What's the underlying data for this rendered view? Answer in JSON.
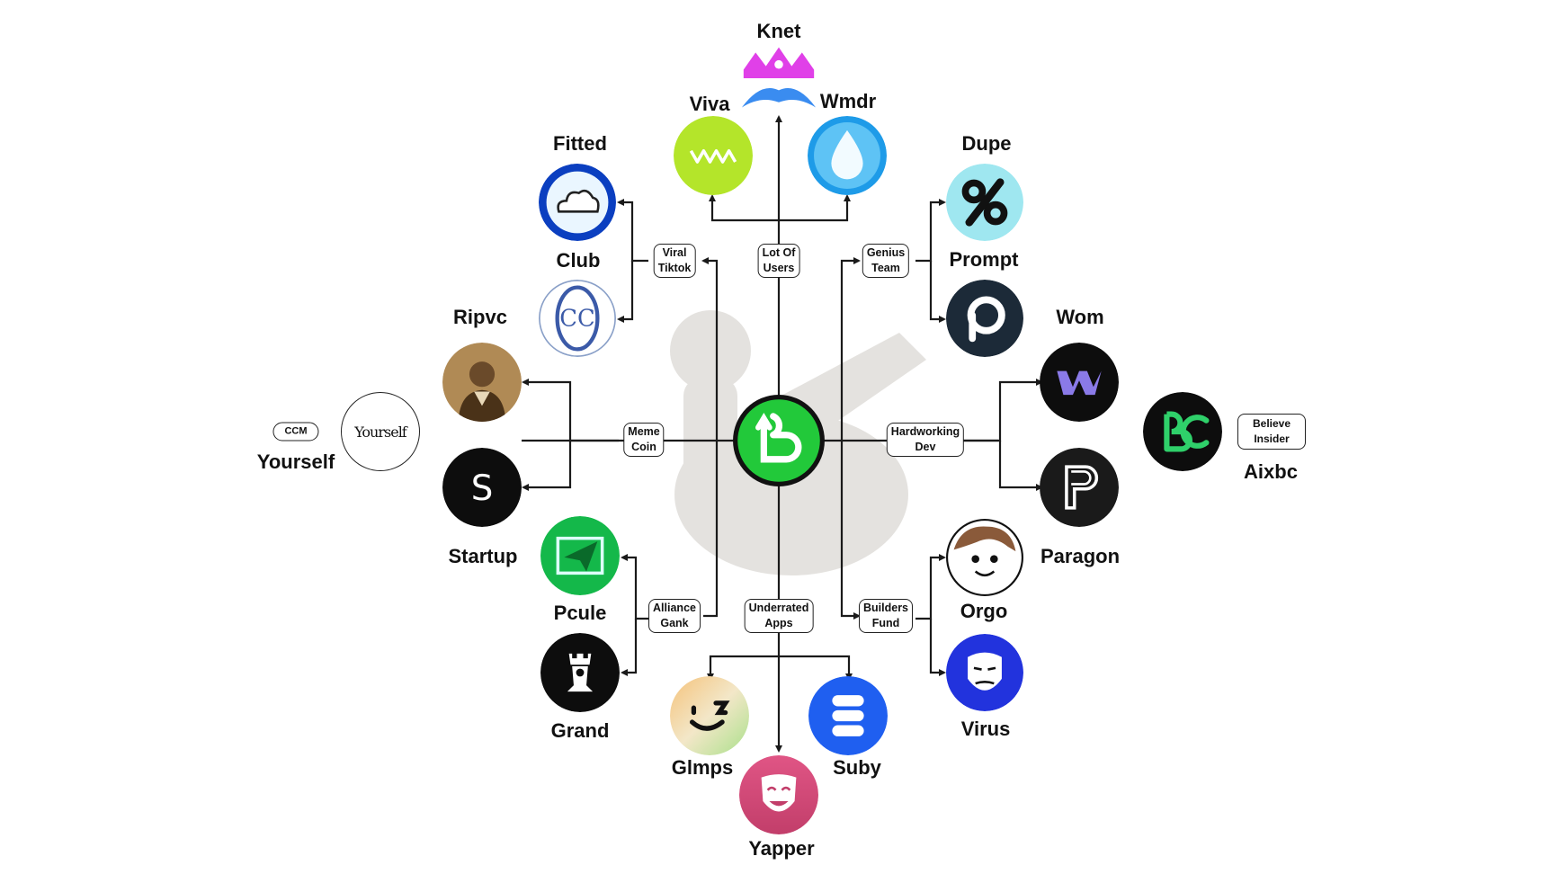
{
  "center": {
    "icon": "central-b-logo",
    "color": "#22c93a"
  },
  "hubs": {
    "top": "Lot Of\nUsers",
    "top_left": "Viral\nTiktok",
    "top_right": "Genius\nTeam",
    "left": "Meme\nCoin",
    "right": "Hardworking\nDev",
    "bottom_left": "Alliance\nGank",
    "bottom": "Underrated\nApps",
    "bottom_right": "Builders\nFund"
  },
  "apps": {
    "knet": "Knet",
    "viva": "Viva",
    "wmdr": "Wmdr",
    "fitted": "Fitted",
    "club": "Club",
    "dupe": "Dupe",
    "prompt": "Prompt",
    "ripvc": "Ripvc",
    "startup": "Startup",
    "wom": "Wom",
    "paragon": "Paragon",
    "pcule": "Pcule",
    "grand": "Grand",
    "orgo": "Orgo",
    "virus": "Virus",
    "glmps": "Glmps",
    "suby": "Suby",
    "yapper": "Yapper",
    "yourself": "Yourself",
    "aixbc": "Aixbc"
  },
  "extras": {
    "ccm": "CCM",
    "yourself_logo": "Yourself",
    "believe_insider": "Believe\nInsider",
    "startup_letter": "S"
  },
  "colors": {
    "center_green": "#22c93a",
    "viva_green": "#b4e52a",
    "wmdr_blue": "#1e9be8",
    "knet_pink": "#e040e8",
    "knet_blue": "#3a8cf0",
    "dupe_bg": "#9fe7f0",
    "prompt_bg": "#1c2a38",
    "virus_blue": "#2233dd",
    "suby_blue": "#1f5ff0",
    "pcule_green": "#14b84a",
    "yapper_pink": "#e0507a",
    "aixbc_green": "#2fd06a"
  }
}
